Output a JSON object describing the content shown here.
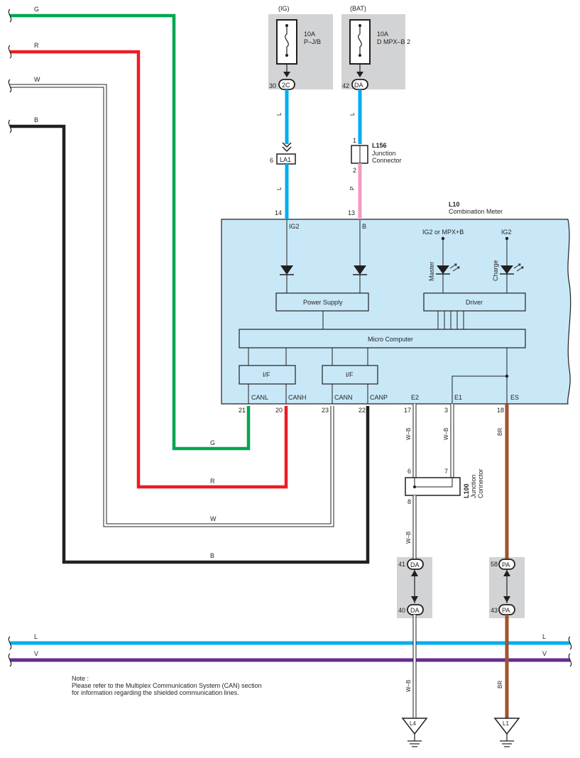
{
  "colors": {
    "green": "#00a651",
    "red": "#ed1c24",
    "black": "#231f20",
    "light_blue": "#00aeef",
    "pink": "#f49ac1",
    "brown": "#a0522d",
    "purple": "#662d91",
    "meter_fill": "#c8e8f8",
    "fuse_box_gray": "#d1d3d4"
  },
  "wires_left": {
    "G": "G",
    "R": "R",
    "W": "W",
    "B": "B"
  },
  "fuses": {
    "ig": {
      "source": "(IG)",
      "rating": "10A",
      "name": "P–J/B",
      "pin": "30",
      "connector": "2C"
    },
    "bat": {
      "source": "(BAT)",
      "rating": "10A",
      "name": "D MPX–B 2",
      "pin": "42",
      "connector": "DA"
    }
  },
  "wire_colors": {
    "L": "L",
    "P": "P",
    "WB": "W–B",
    "BR": "BR",
    "V": "V"
  },
  "la1": {
    "pin": "6",
    "label": "LA1"
  },
  "l156": {
    "id": "L156",
    "line1": "Junction",
    "line2": "Connector",
    "pin1": "1",
    "pin2": "2"
  },
  "l10": {
    "id": "L10",
    "name": "Combination Meter",
    "pin_ig2": "14",
    "pin_b": "13",
    "label_ig2": "IG2",
    "label_b": "B",
    "label_ig2_mpx": "IG2 or MPX+B",
    "label_ig2_charge": "IG2",
    "master": "Master",
    "charge": "Charge",
    "power_supply": "Power Supply",
    "driver": "Driver",
    "micro": "Micro Computer",
    "if1": "I/F",
    "if2": "I/F",
    "canl": "CANL",
    "canh": "CANH",
    "cann": "CANN",
    "canp": "CANP",
    "e2": "E2",
    "e1": "E1",
    "es": "ES",
    "pin_canl": "21",
    "pin_canh": "20",
    "pin_cann": "23",
    "pin_canp": "22",
    "pin_e2": "17",
    "pin_e1": "3",
    "pin_es": "18"
  },
  "l100": {
    "id": "L100",
    "line1": "Junction",
    "line2": "Connector",
    "pin6": "6",
    "pin7": "7",
    "pin8": "8"
  },
  "da_conn": {
    "top_pin": "41",
    "bottom_pin": "40",
    "label": "DA"
  },
  "pa_conn": {
    "top_pin": "58",
    "bottom_pin": "43",
    "label": "PA"
  },
  "grounds": {
    "l4": "L4",
    "l1": "L1"
  },
  "bus": {
    "L": "L",
    "V": "V"
  },
  "note": {
    "title": "Note :",
    "line1": "Please refer to the Multiplex Communication System (CAN) section",
    "line2": "for information regarding the shielded communication lines."
  }
}
